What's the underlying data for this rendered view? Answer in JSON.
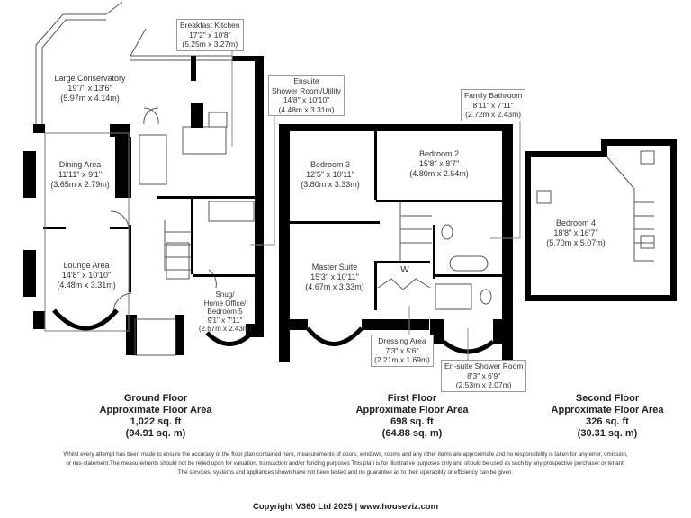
{
  "ground_floor": {
    "rooms": {
      "breakfast_kitchen": {
        "name": "Breakfast Kitchen",
        "imperial": "17'2\" x 10'8\"",
        "metric": "(5.25m x 3.27m)"
      },
      "conservatory": {
        "name": "Large Conservatory",
        "imperial": "19'7\" x 13'6\"",
        "metric": "(5.97m x 4.14m)"
      },
      "dining": {
        "name": "Dining Area",
        "imperial": "11'11\" x 9'1\"",
        "metric": "(3.65m x 2.79m)"
      },
      "lounge": {
        "name": "Lounge Area",
        "imperial": "14'8\" x 10'10\"",
        "metric": "(4.48m x 3.31m)"
      },
      "snug": {
        "name1": "Snug/",
        "name2": "Home Office/",
        "name3": "Bedroom 5",
        "imperial": "9'1\" x 7'11\"",
        "metric": "(2.67m x 2.43m)"
      },
      "ensuite_utility": {
        "name1": "Ensuite",
        "name2": "Shower Room/Utility",
        "imperial": "14'8\" x 10'10\"",
        "metric": "(4.48m x 3.31m)"
      }
    },
    "title": "Ground Floor",
    "area_label": "Approximate Floor Area",
    "sqft": "1,022 sq. ft",
    "sqm": "(94.91 sq. m)"
  },
  "first_floor": {
    "rooms": {
      "bedroom3": {
        "name": "Bedroom 3",
        "imperial": "12'5\" x 10'11\"",
        "metric": "(3.80m x 3.33m)"
      },
      "bedroom2": {
        "name": "Bedroom 2",
        "imperial": "15'8\" x 8'7\"",
        "metric": "(4.80m x 2.64m)"
      },
      "family_bathroom": {
        "name": "Family Bathroom",
        "imperial": "8'11\" x 7'11\"",
        "metric": "(2.72m x 2.43m)"
      },
      "master": {
        "name": "Master Suite",
        "imperial": "15'3\" x 10'11\"",
        "metric": "(4.67m x 3.33m)"
      },
      "wardrobe": {
        "name": "W"
      },
      "dressing": {
        "name": "Dressing Area",
        "imperial": "7'3\" x 5'6\"",
        "metric": "(2.21m x 1.69m)"
      },
      "ensuite_shower": {
        "name": "En-suite Shower Room",
        "imperial": "8'3\" x 6'9\"",
        "metric": "(2.53m x 2.07m)"
      }
    },
    "title": "First Floor",
    "area_label": "Approximate Floor Area",
    "sqft": "698 sq. ft",
    "sqm": "(64.88 sq. m)"
  },
  "second_floor": {
    "rooms": {
      "bedroom4": {
        "name": "Bedroom 4",
        "imperial": "18'8\" x 16'7\"",
        "metric": "(5.70m x 5.07m)"
      }
    },
    "title": "Second Floor",
    "area_label": "Approximate Floor Area",
    "sqft": "326 sq. ft",
    "sqm": "(30.31 sq. m)"
  },
  "footer": {
    "disclaimer1": "Whilst every attempt has been made to ensure the accuracy of the floor plan contained here, measurements of doors, windows, rooms and any other items are approximate and no responsibility is taken for any error, omission,",
    "disclaimer2": "or mis-statement.The measurements should not be relied upon for valuation, transaction and/or funding purposes This plan is for illustrative purposes only and should be used as such by any prospective purchaser or tenant.",
    "disclaimer3": "The services, systems and appliances shown have not been tested and no guarantee as to their operability or efficiency can be given.",
    "copyright": "Copyright V360 Ltd 2025 | www.houseviz.com"
  },
  "colors": {
    "wall": "#000000",
    "line": "#555555",
    "label_border": "#999999"
  }
}
